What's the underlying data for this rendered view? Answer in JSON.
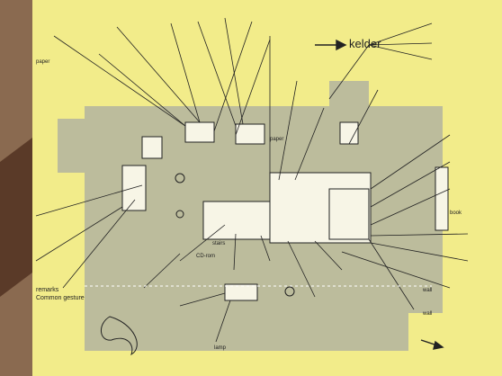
{
  "diagram": {
    "room_label": "kelder",
    "labels": [
      "remarks",
      "Common gesture",
      "paper",
      "wall",
      "stairs",
      "wall",
      "CD-rom",
      "lamp",
      "book",
      "paper"
    ]
  },
  "colors": {
    "paper": "#f2ec8a",
    "floor": "#bcbc9c",
    "ink": "#222222",
    "photo_edge": "#5a3a28",
    "backdrop": "#d8d4c4"
  }
}
